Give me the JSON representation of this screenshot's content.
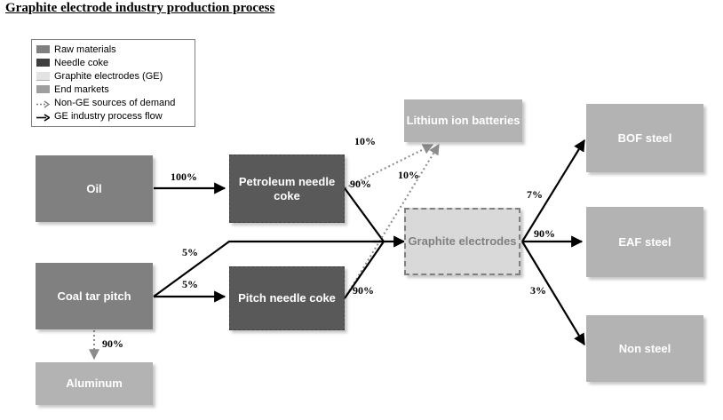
{
  "title": "Graphite electrode industry production process",
  "legend": {
    "items": [
      {
        "label": "Raw materials",
        "type": "swatch",
        "color": "#808080",
        "icon": "square-swatch-icon"
      },
      {
        "label": "Needle coke",
        "type": "swatch",
        "color": "#595959",
        "icon": "square-swatch-icon"
      },
      {
        "label": "Graphite electrodes (GE)",
        "type": "swatch",
        "color": "#d9d9d9",
        "icon": "square-swatch-icon"
      },
      {
        "label": "End markets",
        "type": "swatch",
        "color": "#b3b3b3",
        "icon": "square-swatch-icon"
      },
      {
        "label": "Non-GE sources of demand",
        "type": "arrow",
        "color": "#808080",
        "icon": "dotted-arrow-icon"
      },
      {
        "label": "GE industry process flow",
        "type": "arrow",
        "color": "#000000",
        "icon": "solid-arrow-icon"
      }
    ]
  },
  "nodes": {
    "oil": {
      "label": "Oil",
      "category": "raw"
    },
    "coal_tar_pitch": {
      "label": "Coal tar pitch",
      "category": "raw"
    },
    "petroleum_needle_coke": {
      "label": "Petroleum needle coke",
      "category": "needle-coke"
    },
    "pitch_needle_coke": {
      "label": "Pitch needle coke",
      "category": "needle-coke"
    },
    "graphite_electrodes": {
      "label": "Graphite electrodes",
      "category": "graphite-electrodes"
    },
    "lithium_ion_batteries": {
      "label": "Lithium ion batteries",
      "category": "end-market"
    },
    "aluminum": {
      "label": "Aluminum",
      "category": "end-market"
    },
    "bof_steel": {
      "label": "BOF steel",
      "category": "end-market"
    },
    "eaf_steel": {
      "label": "EAF steel",
      "category": "end-market"
    },
    "non_steel": {
      "label": "Non steel",
      "category": "end-market"
    }
  },
  "edges": [
    {
      "from": "oil",
      "to": "petroleum_needle_coke",
      "label": "100%",
      "style": "solid"
    },
    {
      "from": "coal_tar_pitch",
      "to": "pitch_needle_coke",
      "label": "5%",
      "style": "solid"
    },
    {
      "from": "coal_tar_pitch",
      "to": "graphite_electrodes",
      "label": "5%",
      "style": "solid"
    },
    {
      "from": "coal_tar_pitch",
      "to": "aluminum",
      "label": "90%",
      "style": "dotted"
    },
    {
      "from": "petroleum_needle_coke",
      "to": "lithium_ion_batteries",
      "label": "10%",
      "style": "dotted"
    },
    {
      "from": "petroleum_needle_coke",
      "to": "graphite_electrodes",
      "label": "90%",
      "style": "solid"
    },
    {
      "from": "pitch_needle_coke",
      "to": "lithium_ion_batteries",
      "label": "10%",
      "style": "dotted"
    },
    {
      "from": "pitch_needle_coke",
      "to": "graphite_electrodes",
      "label": "90%",
      "style": "solid"
    },
    {
      "from": "graphite_electrodes",
      "to": "bof_steel",
      "label": "7%",
      "style": "solid"
    },
    {
      "from": "graphite_electrodes",
      "to": "eaf_steel",
      "label": "90%",
      "style": "solid"
    },
    {
      "from": "graphite_electrodes",
      "to": "non_steel",
      "label": "3%",
      "style": "solid"
    }
  ],
  "edge_labels": {
    "oil_to_pnc": "100%",
    "ctp_to_ge": "5%",
    "ctp_to_pnc": "5%",
    "ctp_to_aluminum": "90%",
    "pnc_to_lib": "10%",
    "pnc_to_ge": "90%",
    "pitch_to_lib": "10%",
    "pitch_to_ge": "90%",
    "ge_to_bof": "7%",
    "ge_to_eaf": "90%",
    "ge_to_nonsteel": "3%"
  },
  "colors": {
    "raw_materials": "#808080",
    "needle_coke": "#595959",
    "graphite_electrodes": "#d9d9d9",
    "end_markets": "#b3b3b3",
    "process_flow_arrow": "#000000",
    "non_ge_arrow": "#808080"
  }
}
